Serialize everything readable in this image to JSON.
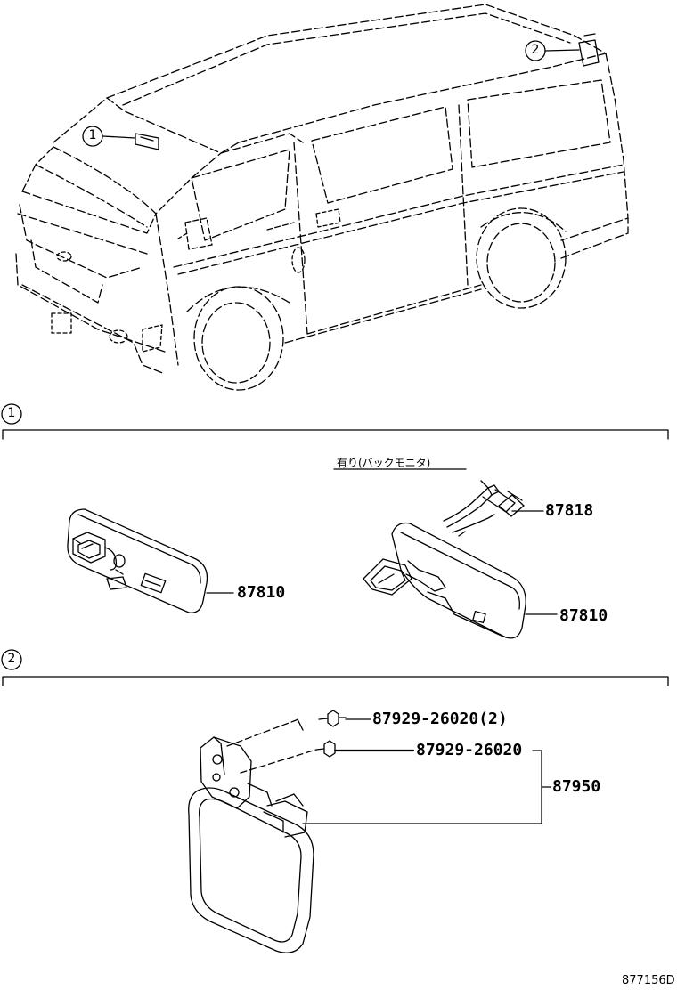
{
  "callouts": {
    "c1": "1",
    "c2": "2"
  },
  "sections": {
    "s1": "1",
    "s2": "2"
  },
  "labels": {
    "left_mirror": "87810",
    "right_mirror": "87810",
    "harness": "87818",
    "screw_upper": "87929-26020(2)",
    "screw_lower": "87929-26020",
    "outer_mirror": "87950",
    "option_note": "有り(バックモニタ)"
  },
  "footer": {
    "code": "877156D"
  }
}
